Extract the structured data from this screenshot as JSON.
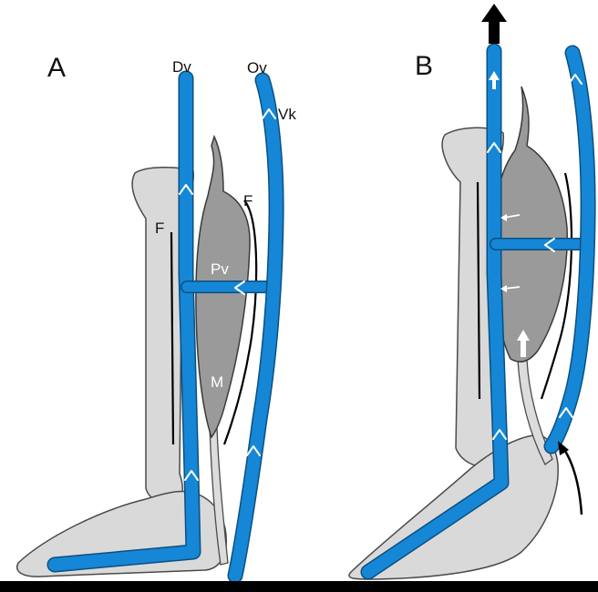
{
  "panels": [
    {
      "id": "A",
      "label": "A"
    },
    {
      "id": "B",
      "label": "B"
    }
  ],
  "labels": {
    "deep_vein": "Dv",
    "superficial_vein": "Ov",
    "valve": "Vk",
    "fascia": "F",
    "perforator_vein": "Pv",
    "muscle": "M"
  },
  "colors": {
    "vein": "#1587d6",
    "bone": "#d9d9d9",
    "muscle": "#9a9a9a",
    "ground": "#000000"
  },
  "icons": {
    "flow_up_arrow": "up-arrow-icon",
    "rotation_arrow": "curved-arrow-icon"
  }
}
